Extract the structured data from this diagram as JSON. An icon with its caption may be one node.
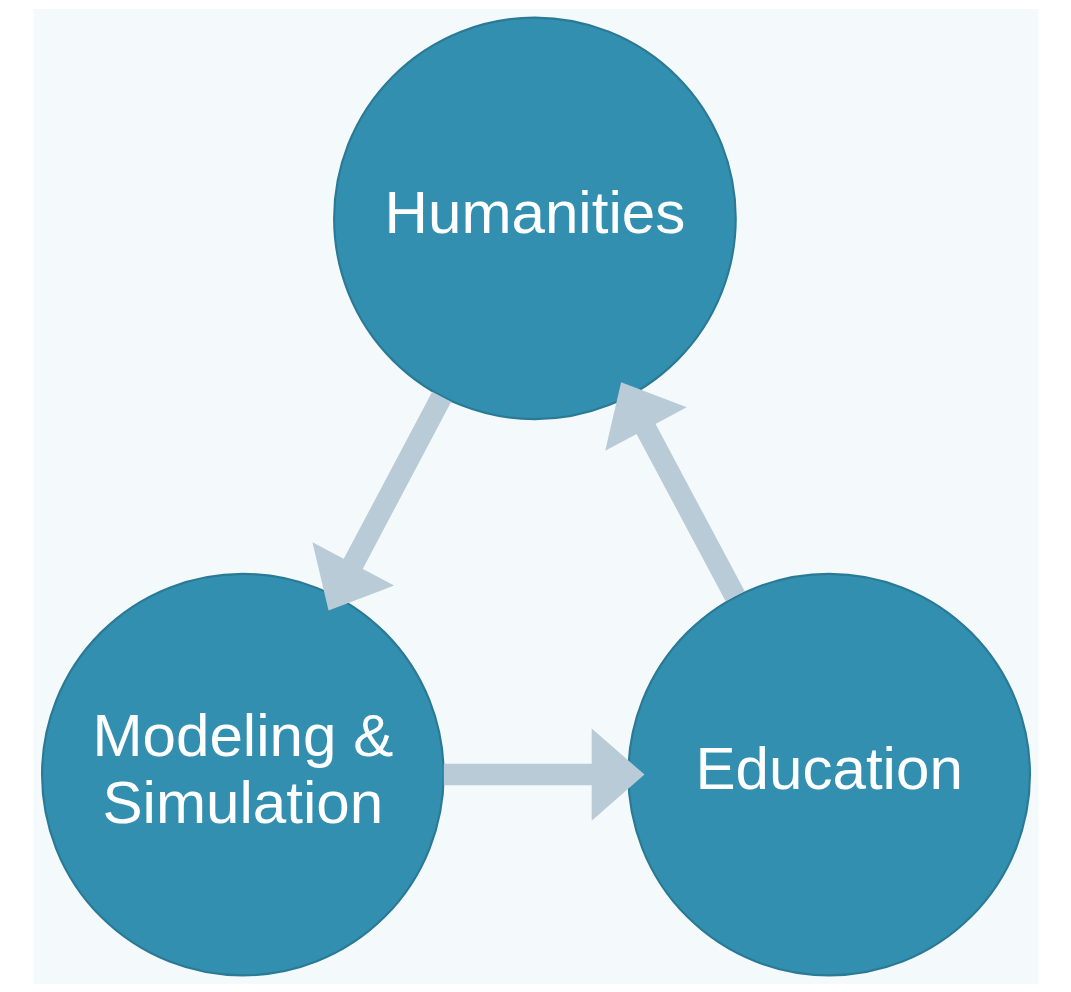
{
  "diagram": {
    "nodes": [
      {
        "text": [
          "Humanities"
        ]
      },
      {
        "text": [
          "Modeling & Simulation"
        ]
      },
      {
        "text": [
          "Education"
        ]
      }
    ],
    "edges": [
      {
        "from": 0,
        "to": 1,
        "arrow": "to"
      },
      {
        "from": 1,
        "to": 2,
        "arrow": "to"
      },
      {
        "from": 2,
        "to": 0,
        "arrow": "to"
      }
    ]
  }
}
